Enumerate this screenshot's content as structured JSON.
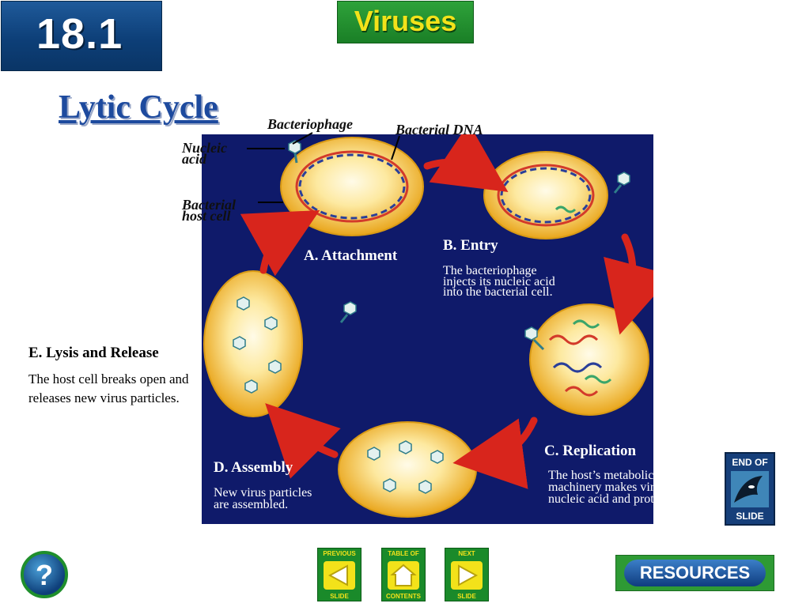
{
  "header": {
    "section_number": "18.1",
    "chapter_title": "Viruses"
  },
  "title": "Lytic Cycle",
  "diagram": {
    "labels": {
      "bacteriophage": "Bacteriophage",
      "bacterial_dna": "Bacterial DNA",
      "nucleic_acid_line1": "Nucleic",
      "nucleic_acid_line2": "acid",
      "host_cell_line1": "Bacterial",
      "host_cell_line2": "host cell"
    },
    "steps": {
      "attachment": {
        "title": "A. Attachment"
      },
      "entry": {
        "title": "B. Entry",
        "desc_lines": [
          "The bacteriophage",
          "injects its nucleic acid",
          "into the bacterial cell."
        ]
      },
      "replication": {
        "title": "C. Replication",
        "desc_lines": [
          "The host’s metabolic",
          "machinery makes viral",
          "nucleic acid and proteins."
        ]
      },
      "assembly": {
        "title": "D. Assembly",
        "desc_lines": [
          "New virus particles",
          "are assembled."
        ]
      },
      "lysis": {
        "title": "E. Lysis and Release",
        "desc": "The host cell breaks open and  releases new virus particles."
      }
    }
  },
  "nav": {
    "previous": [
      "PREVIOUS",
      "SLIDE"
    ],
    "contents": [
      "TABLE OF",
      "CONTENTS"
    ],
    "next": [
      "NEXT",
      "SLIDE"
    ],
    "end_slide": [
      "END OF",
      "SLIDE"
    ],
    "resources": "RESOURCES",
    "help": "?"
  },
  "colors": {
    "panel": "#0f1a6a",
    "cell": "#f5c430",
    "arrow": "#d8251c",
    "title": "#1d4a9e",
    "nav_green": "#1a8a2a",
    "nav_yellow": "#f3e21a"
  }
}
